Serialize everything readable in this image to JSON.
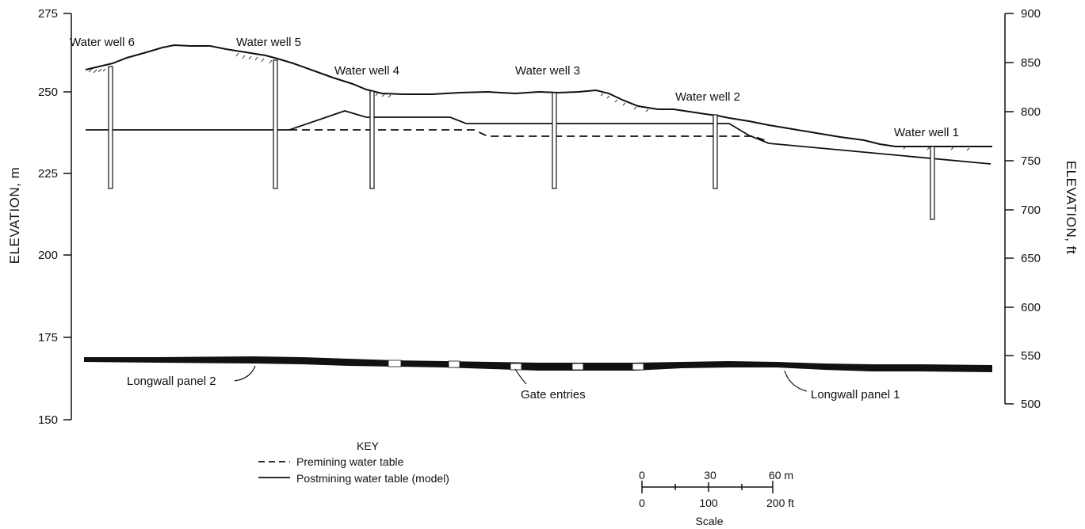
{
  "figure": {
    "left_axis": {
      "title": "ELEVATION, m",
      "ticks": [
        "275",
        "250",
        "225",
        "200",
        "175",
        "150"
      ]
    },
    "right_axis": {
      "title": "ELEVATION, ft",
      "ticks": [
        "900",
        "850",
        "800",
        "750",
        "700",
        "650",
        "600",
        "550",
        "500"
      ]
    },
    "wells": [
      {
        "label": "Water well 6"
      },
      {
        "label": "Water well 5"
      },
      {
        "label": "Water well 4"
      },
      {
        "label": "Water well 3"
      },
      {
        "label": "Water well 2"
      },
      {
        "label": "Water well 1"
      }
    ],
    "annotations": {
      "longwall_panel_2": "Longwall panel 2",
      "gate_entries": "Gate entries",
      "longwall_panel_1": "Longwall panel 1"
    },
    "key": {
      "title": "KEY",
      "premining": "Premining water table",
      "postmining": "Postmining water table (model)"
    },
    "scale": {
      "m_labels": [
        "0",
        "30",
        "60 m"
      ],
      "ft_labels": [
        "0",
        "100",
        "200 ft"
      ],
      "caption": "Scale"
    }
  }
}
